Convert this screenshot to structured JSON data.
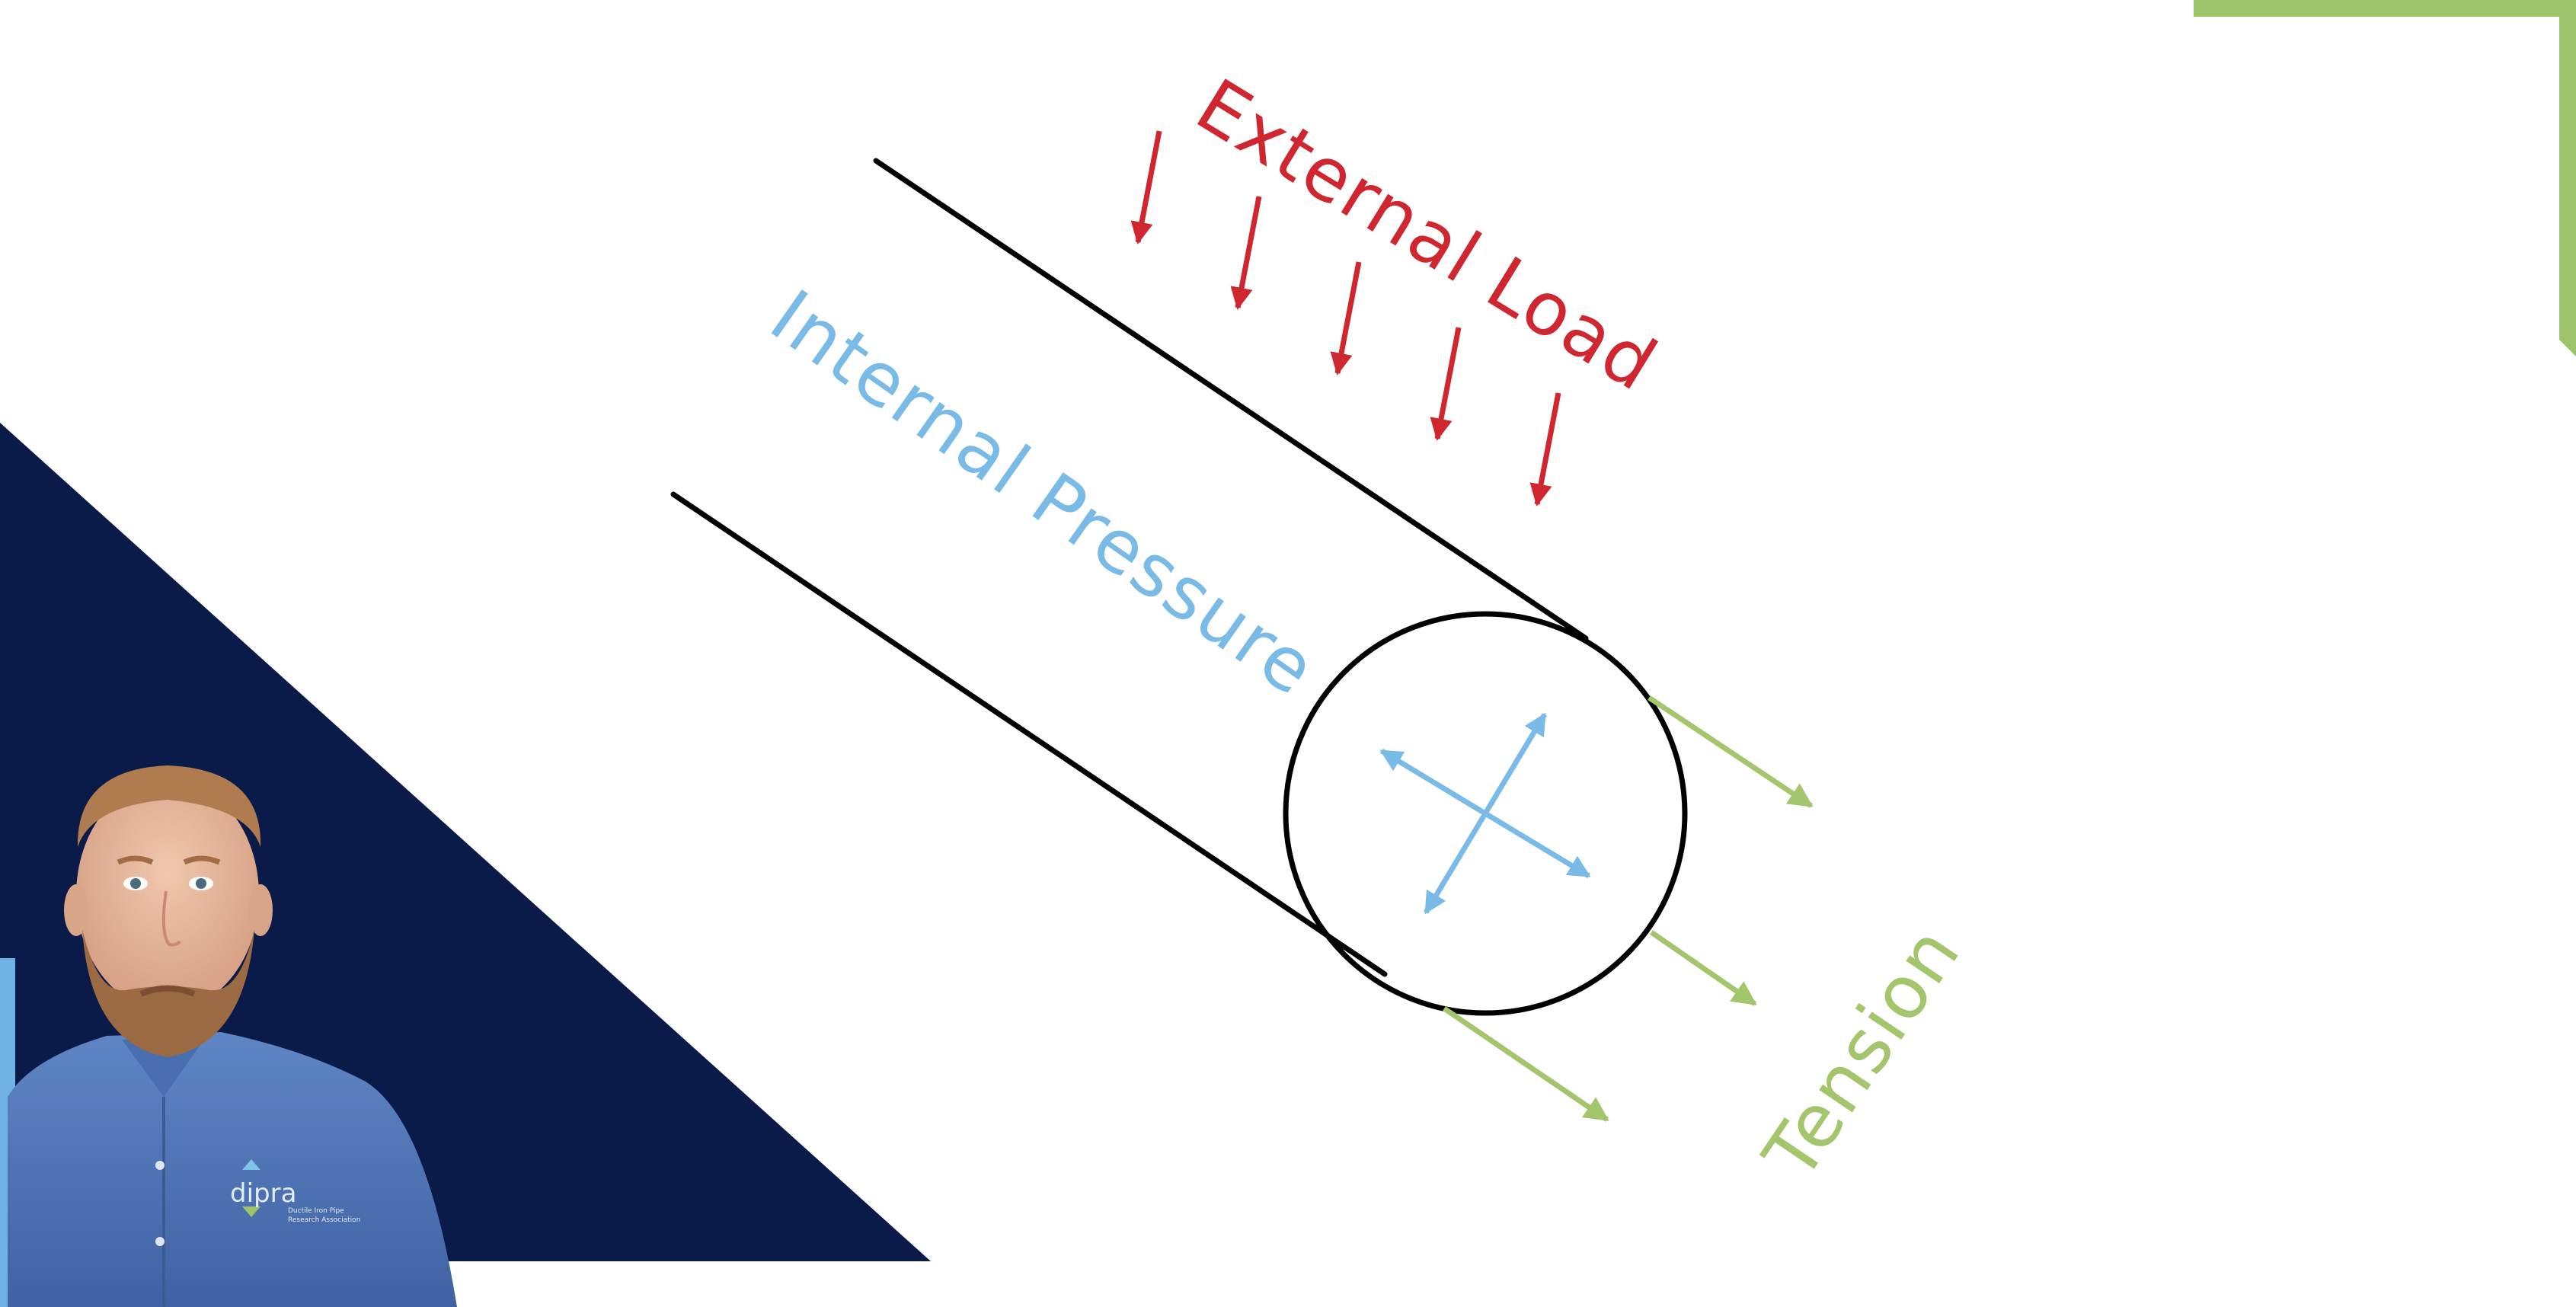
{
  "diagram": {
    "labels": {
      "external_load": "External Load",
      "internal_pressure": "Internal Pressure",
      "tension": "Tension"
    },
    "logo": {
      "name": "dipra",
      "tagline": "Ductile Iron Pipe Research Association"
    }
  },
  "colors": {
    "external_load": "#d0262f",
    "internal_pressure": "#79bbe6",
    "tension": "#a3c56b",
    "navy": "#0a1b4a",
    "green_accent": "#9ec46a",
    "light_blue_accent": "#6fb2e3",
    "pipe_stroke": "#000000"
  },
  "icons": {
    "presenter": "presenter-photo",
    "external_load_arrow": "arrow-down-icon",
    "pressure_arrow": "double-arrow-icon",
    "tension_arrow": "arrow-diagonal-icon"
  }
}
